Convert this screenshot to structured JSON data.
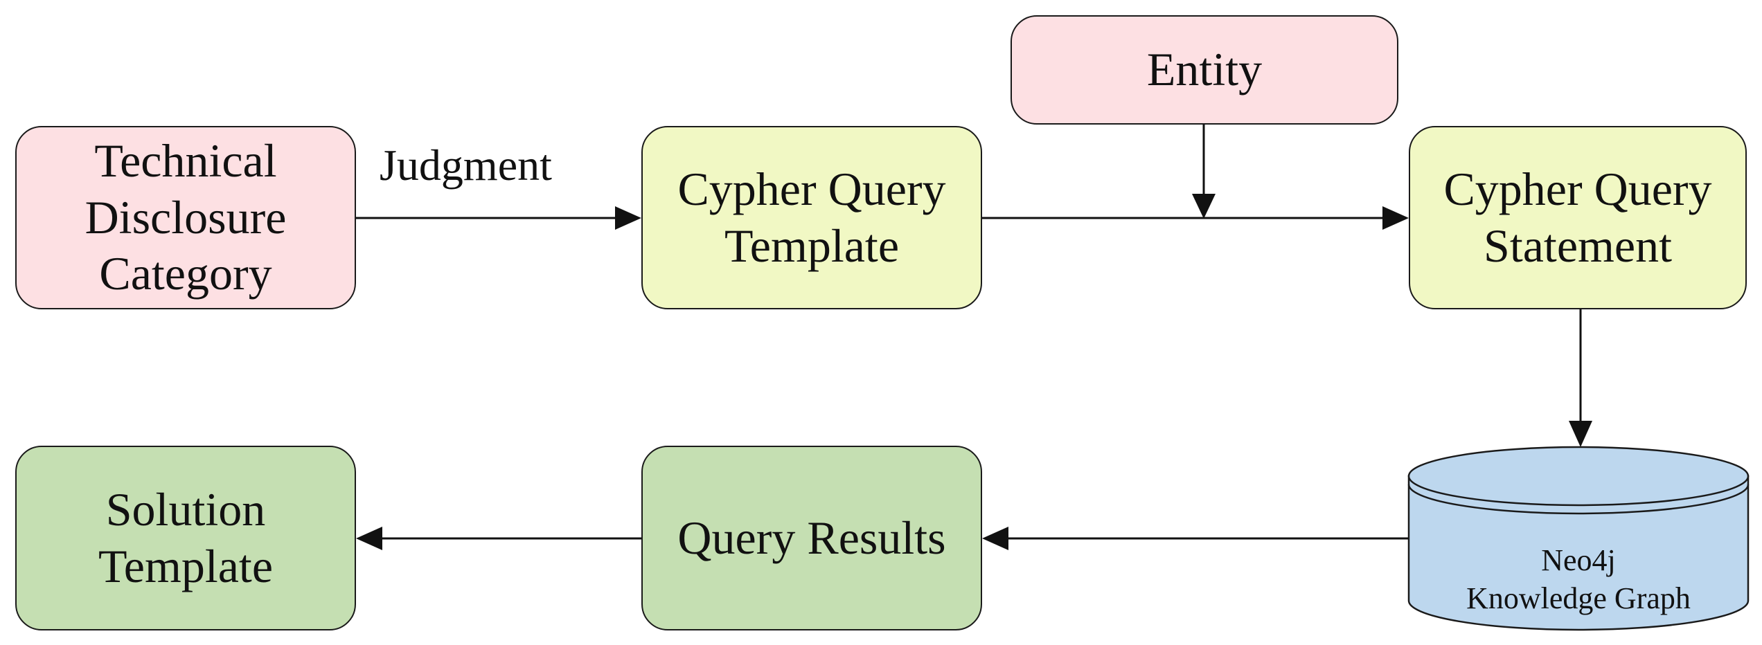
{
  "diagram": {
    "nodes": {
      "technical_disclosure": "Technical\nDisclosure\nCategory",
      "cypher_query_template": "Cypher Query\nTemplate",
      "entity": "Entity",
      "cypher_query_statement": "Cypher Query\nStatement",
      "neo4j": "Neo4j\nKnowledge Graph",
      "query_results": "Query Results",
      "solution_template": "Solution\nTemplate"
    },
    "edge_labels": {
      "judgment": "Judgment"
    },
    "colors": {
      "input_fill": "#fde0e3",
      "cypher_fill": "#f1f8c4",
      "output_fill": "#c5dfb2",
      "database_fill": "#bdd7ee",
      "stroke": "#1a1a1a"
    }
  }
}
